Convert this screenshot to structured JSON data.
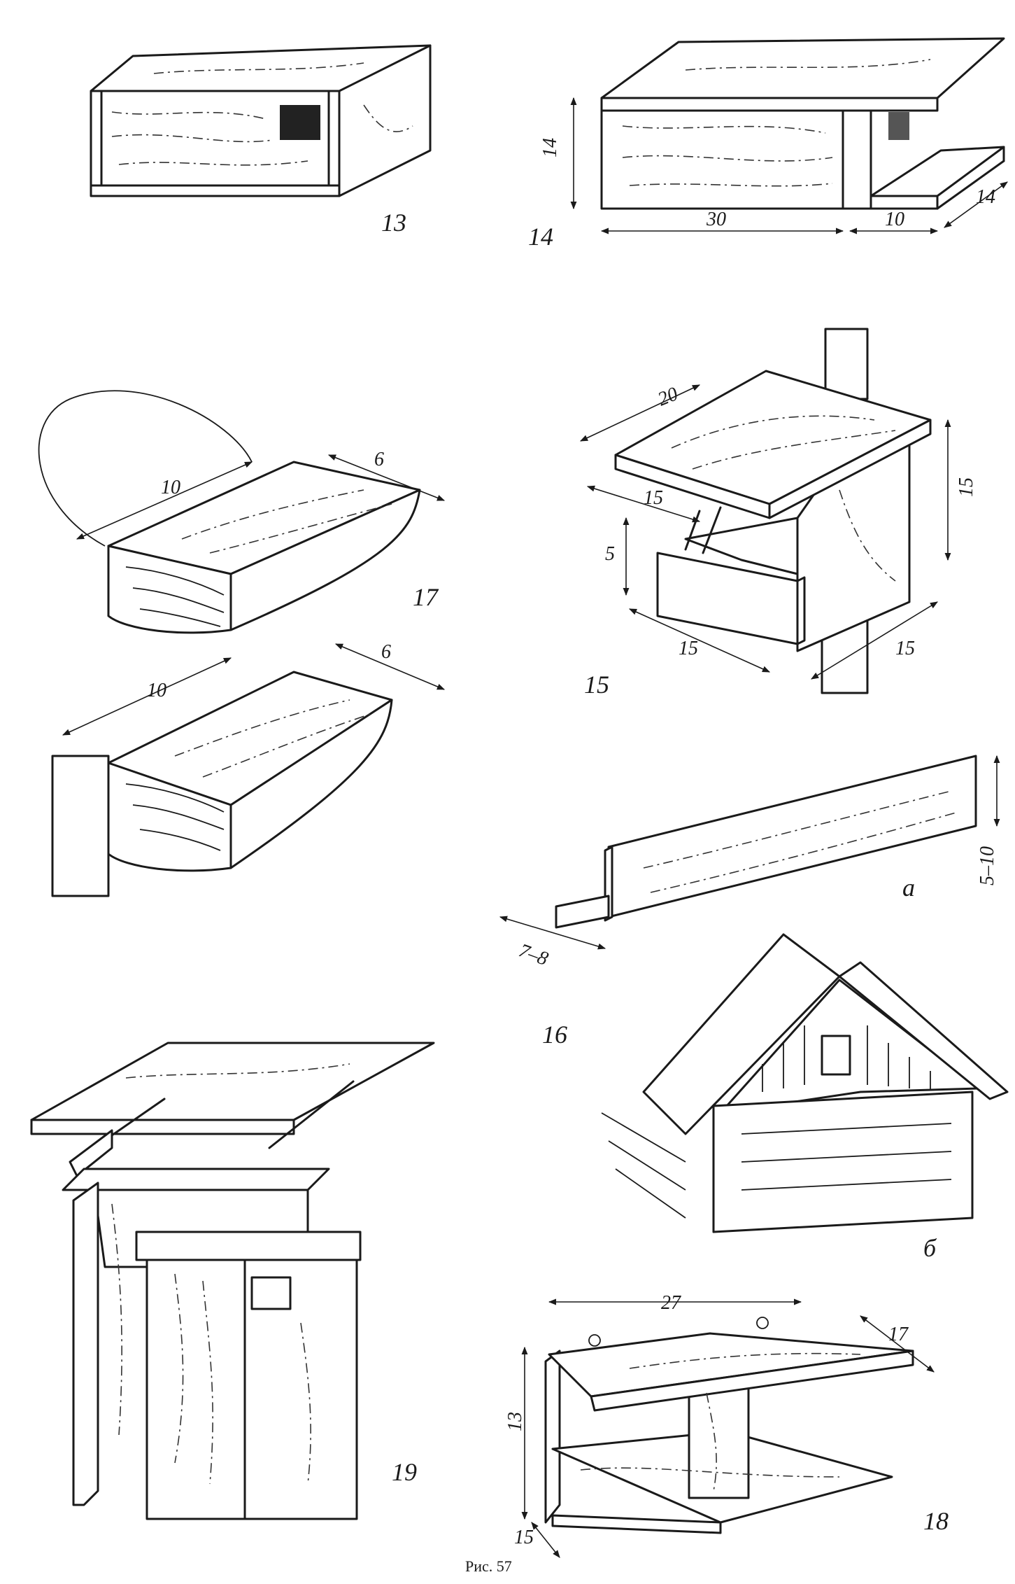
{
  "caption": "Рис. 57",
  "figures": {
    "f13": {
      "label": "13"
    },
    "f14": {
      "label": "14",
      "dims": {
        "height": "14",
        "length": "30",
        "ledge": "10",
        "depth": "14"
      }
    },
    "f15": {
      "label": "15",
      "dims": {
        "roof": "20",
        "roof_depth": "15",
        "height": "15",
        "front": "5",
        "width": "15",
        "side": "15"
      }
    },
    "f17": {
      "label": "17",
      "dims_top": {
        "length": "10",
        "width": "6"
      },
      "dims_bottom": {
        "length": "10",
        "width": "6"
      }
    },
    "f16": {
      "label": "16",
      "part_a": "а",
      "part_b": "б",
      "dims": {
        "height": "5–10",
        "shelf": "7–8"
      }
    },
    "f19": {
      "label": "19"
    },
    "f18": {
      "label": "18",
      "dims": {
        "length": "27",
        "depth": "17",
        "height": "13",
        "base": "15"
      }
    }
  }
}
